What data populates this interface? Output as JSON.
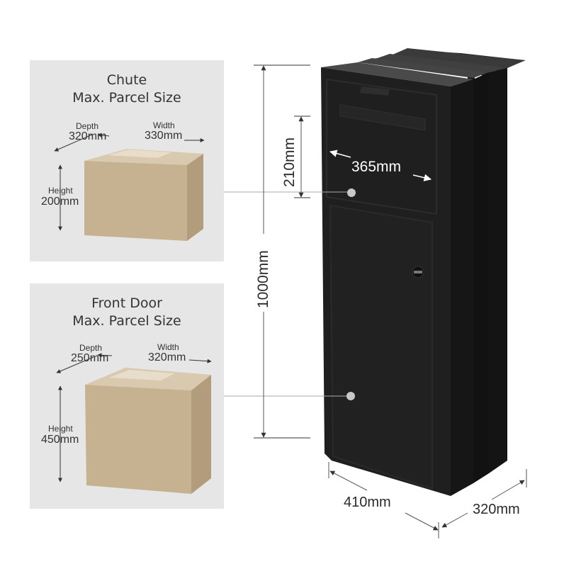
{
  "chute_panel": {
    "title_line1": "Chute",
    "title_line2": "Max. Parcel Size",
    "depth_label": "Depth",
    "depth_value": "320mm",
    "width_label": "Width",
    "width_value": "330mm",
    "height_label": "Height",
    "height_value": "200mm"
  },
  "door_panel": {
    "title_line1": "Front Door",
    "title_line2": "Max. Parcel Size",
    "depth_label": "Depth",
    "depth_value": "250mm",
    "width_label": "Width",
    "width_value": "320mm",
    "height_label": "Height",
    "height_value": "450mm"
  },
  "mailbox_dimensions": {
    "total_height": "1000mm",
    "chute_height": "210mm",
    "chute_width": "365mm",
    "base_width": "410mm",
    "base_depth": "320mm"
  },
  "colors": {
    "panel_bg": "#e6e6e6",
    "cardboard": "#c8b496",
    "mailbox_black": "#1e1e1e",
    "dimension_line": "#555555",
    "callout_dot": "#c8c8c8"
  }
}
